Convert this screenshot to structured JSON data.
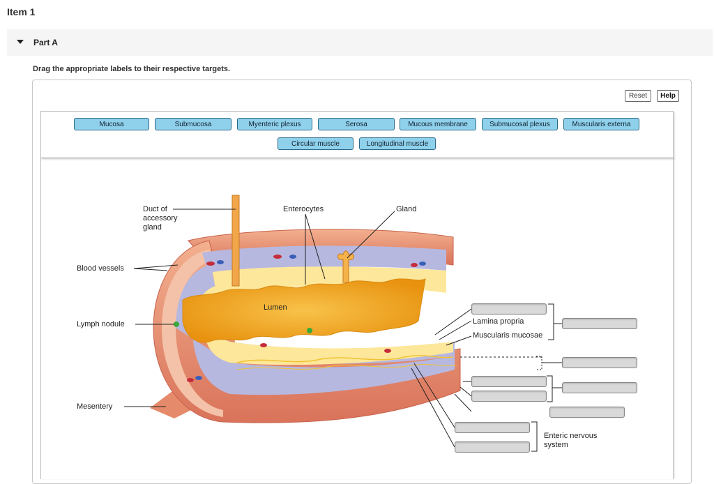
{
  "item_title": "Item 1",
  "part": {
    "label": "Part A"
  },
  "instructions": "Drag the appropriate labels to their respective targets.",
  "toolbar": {
    "reset_label": "Reset",
    "help_label": "Help"
  },
  "label_bank": [
    "Mucosa",
    "Submucosa",
    "Myenteric plexus",
    "Serosa",
    "Mucous membrane",
    "Submucosal plexus",
    "Muscularis externa",
    "Circular muscle",
    "Longitudinal muscle"
  ],
  "diagram": {
    "labels": {
      "duct": "Duct of\naccessory\ngland",
      "enterocytes": "Enterocytes",
      "gland": "Gland",
      "blood_vessels": "Blood vessels",
      "lumen": "Lumen",
      "lymph_nodule": "Lymph nodule",
      "lamina_propria": "Lamina propria",
      "muscularis_mucosae": "Muscularis mucosae",
      "mesentery": "Mesentery",
      "enteric_nervous_system": "Enteric nervous\nsystem"
    }
  },
  "colors": {
    "chip_fill": "#8fd0ea",
    "chip_border": "#2c6a8a",
    "target_fill": "#d9d9d9",
    "lumen": "#f0a020",
    "muscle": "#e8906a",
    "submucosa": "#b7b8e0",
    "mucosa": "#fde79a"
  }
}
